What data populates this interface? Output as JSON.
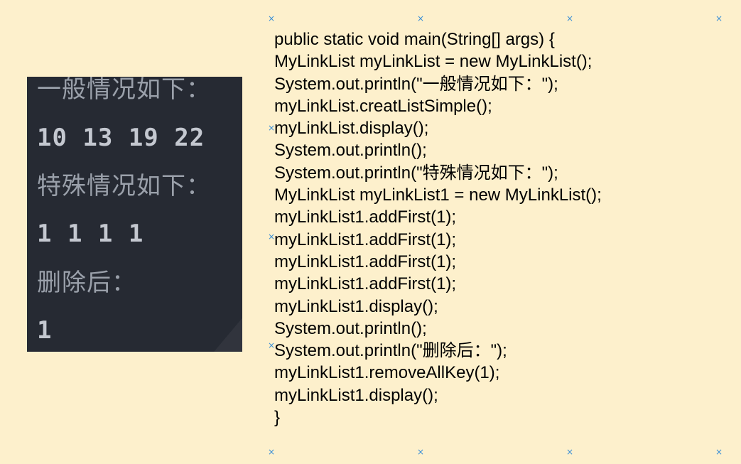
{
  "console": {
    "lines": [
      "一般情况如下：",
      "10 13 19 22",
      "特殊情况如下：",
      "1 1 1 1",
      "删除后：",
      "1"
    ]
  },
  "code": {
    "lines": [
      "public static void main(String[] args) {",
      "MyLinkList myLinkList = new MyLinkList();",
      "System.out.println(\"一般情况如下：\");",
      "myLinkList.creatListSimple();",
      "myLinkList.display();",
      "System.out.println();",
      "System.out.println(\"特殊情况如下：\");",
      "MyLinkList myLinkList1 = new MyLinkList();",
      "myLinkList1.addFirst(1);",
      "myLinkList1.addFirst(1);",
      "myLinkList1.addFirst(1);",
      "myLinkList1.addFirst(1);",
      "myLinkList1.display();",
      "System.out.println();",
      "System.out.println(\"删除后：\");",
      "myLinkList1.removeAllKey(1);",
      "myLinkList1.display();",
      "}"
    ]
  },
  "markers": {
    "glyph": "×"
  },
  "colors": {
    "background": "#fdf0cc",
    "console_bg": "#262a33",
    "marker": "#3a8fd6"
  }
}
